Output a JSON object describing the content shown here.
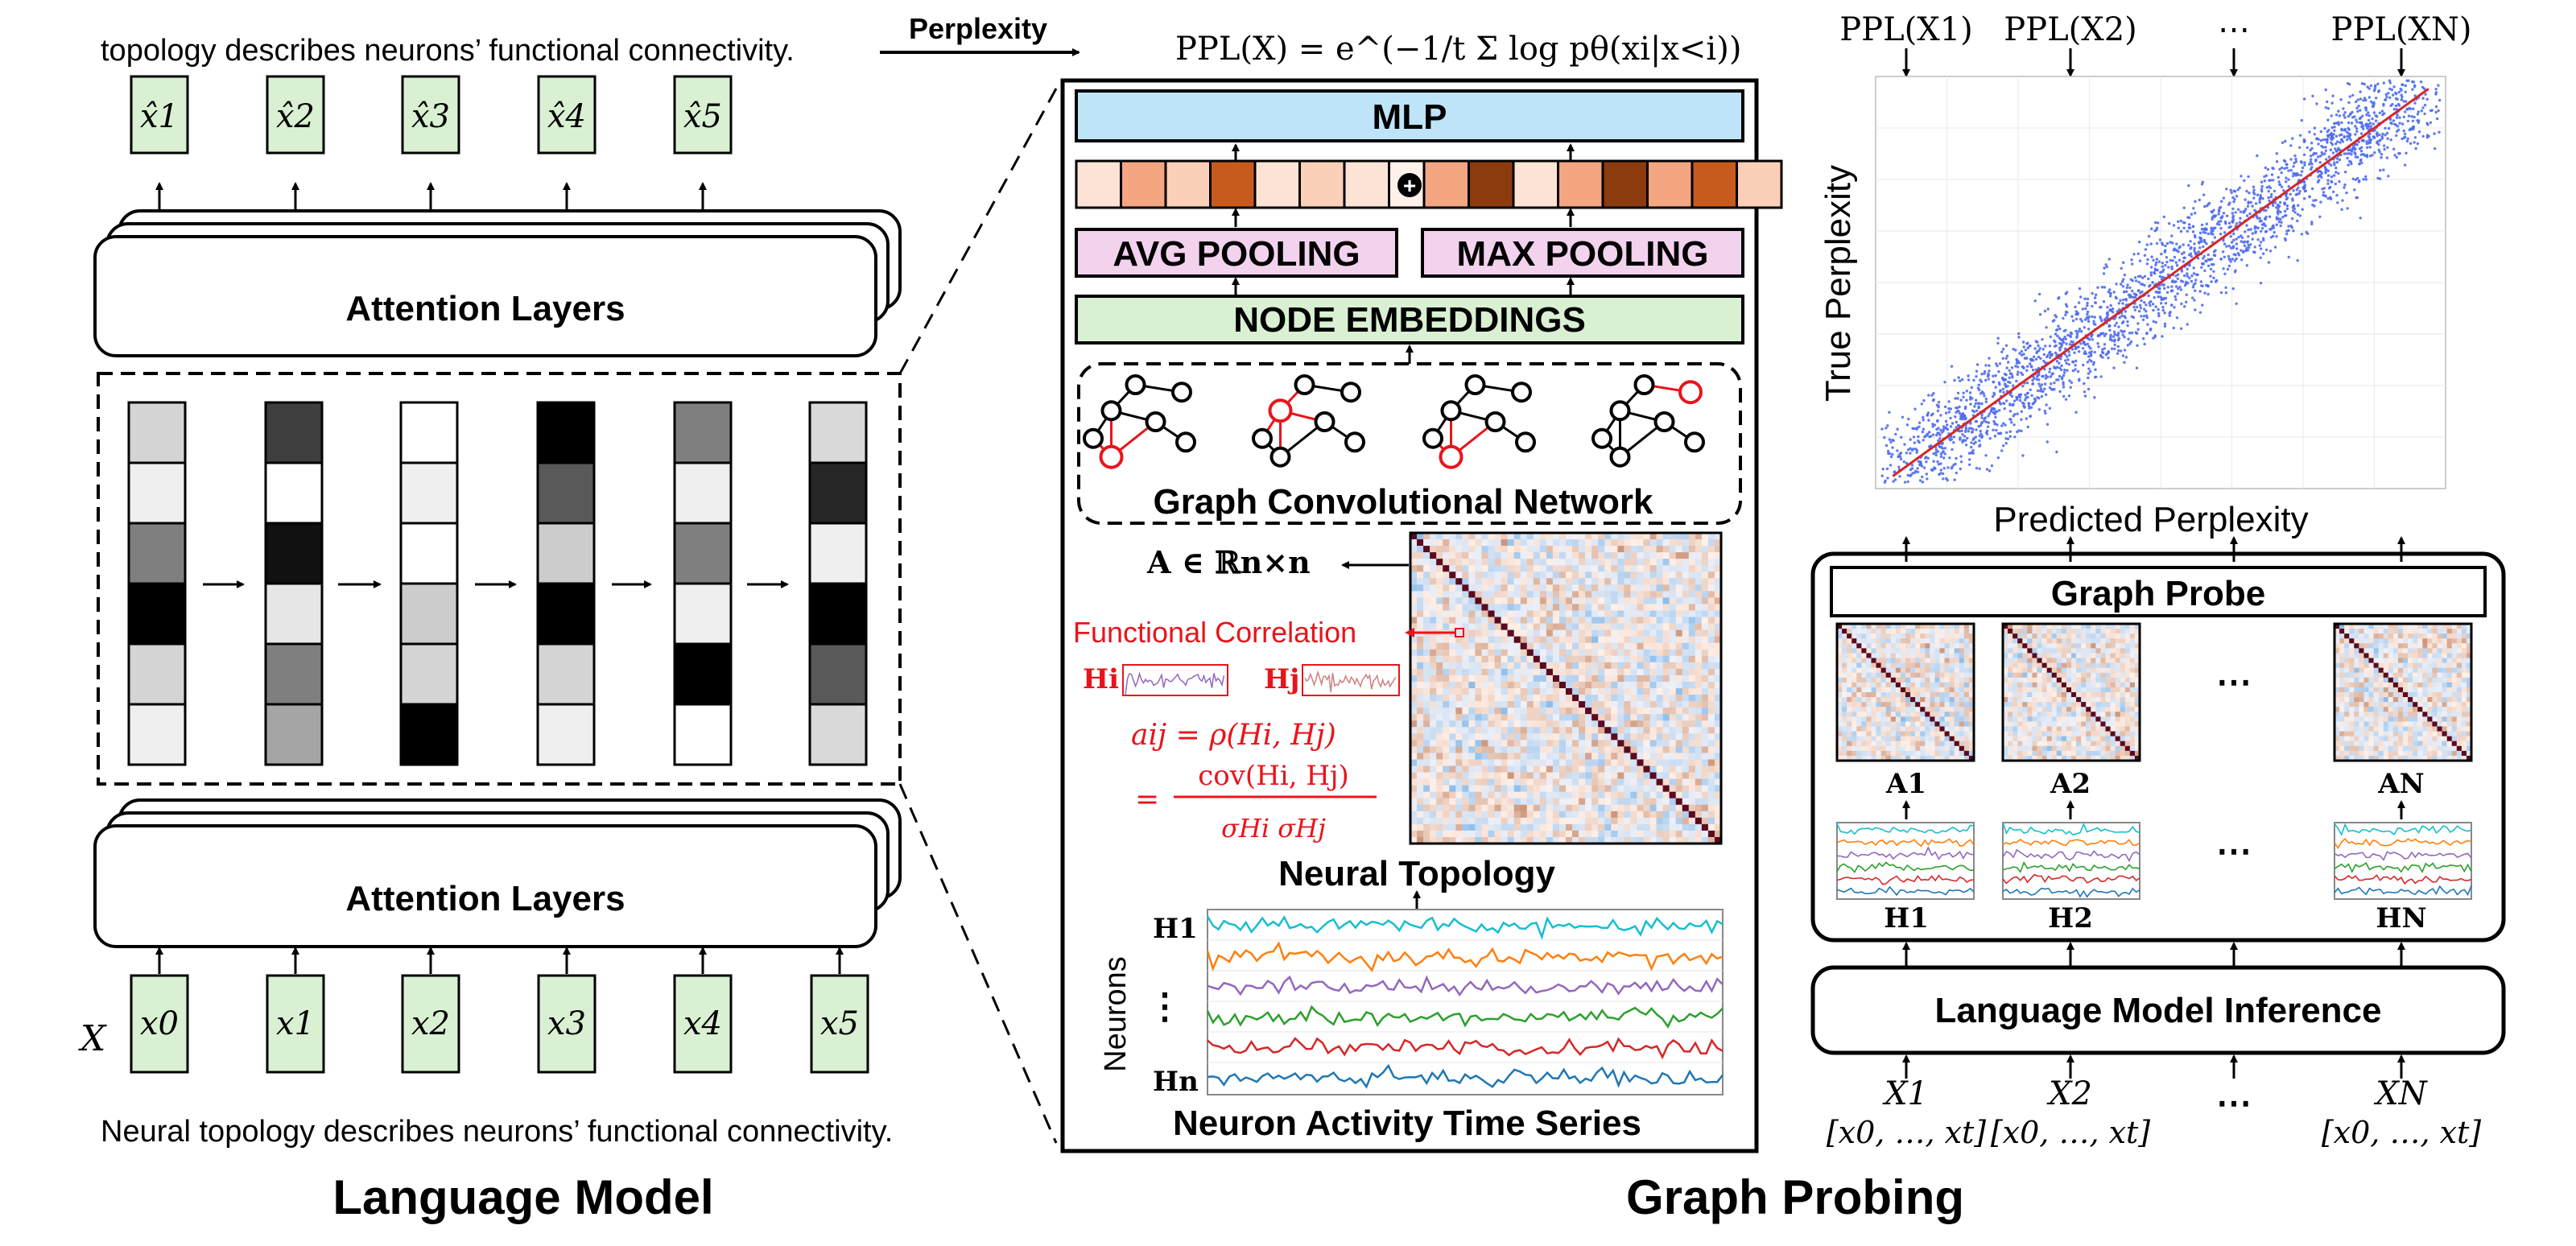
{
  "captions": {
    "language_model": "Language Model",
    "graph_probing": "Graph Probing"
  },
  "language_model": {
    "top_sentence": "topology describes neurons’ functional connectivity.",
    "bottom_sentence": "Neural topology describes neurons’ functional connectivity.",
    "attention_top": "Attention Layers",
    "attention_bottom": "Attention Layers",
    "input_label": "X",
    "inputs": [
      "x0",
      "x1",
      "x2",
      "x3",
      "x4",
      "x5"
    ],
    "outputs": [
      "x̂1",
      "x̂2",
      "x̂3",
      "x̂4",
      "x̂5"
    ],
    "activation_grays": [
      [
        "#d4d4d4",
        "#efefef",
        "#7f7f7f",
        "#000000",
        "#d4d4d4",
        "#efefef"
      ],
      [
        "#3f3f3f",
        "#ffffff",
        "#111111",
        "#e6e6e6",
        "#7f7f7f",
        "#a5a5a5"
      ],
      [
        "#ffffff",
        "#efefef",
        "#ffffff",
        "#cccccc",
        "#d4d4d4",
        "#000000"
      ],
      [
        "#000000",
        "#595959",
        "#cccccc",
        "#000000",
        "#d4d4d4",
        "#efefef"
      ],
      [
        "#7f7f7f",
        "#efefef",
        "#7f7f7f",
        "#efefef",
        "#000000",
        "#ffffff"
      ],
      [
        "#d9d9d9",
        "#262626",
        "#efefef",
        "#000000",
        "#595959",
        "#d9d9d9"
      ]
    ]
  },
  "perplexity_arrow_label": "Perplexity",
  "ppl_formula": "PPL(X) = e^(−1/t Σ log pθ(xi|x<i))",
  "graph_probing": {
    "mlp": "MLP",
    "avg_pooling": "AVG POOLING",
    "max_pooling": "MAX POOLING",
    "node_embeddings": "NODE EMBEDDINGS",
    "gcn_label": "Graph Convolutional Network",
    "adjacency_label": "A ∈ ℝn×n",
    "functional_correlation": "Functional Correlation",
    "hi": "Hi",
    "hj": "Hj",
    "aij_eq": "aij = ρ(Hi, Hj)",
    "aij_frac_num": "cov(Hi, Hj)",
    "aij_frac_den": "σHi σHj",
    "neural_topology": "Neural Topology",
    "neurons_label": "Neurons",
    "h1": "H1",
    "hn": "Hn",
    "time_series_label": "Neuron Activity Time Series",
    "embedding_colors_avg": [
      "#fde3d6",
      "#f4a582",
      "#fbd0b9",
      "#c65b1d",
      "#fde3d6",
      "#fbd0b9",
      "#fde3d6",
      "#fff1ea"
    ],
    "embedding_colors_max": [
      "#f4a582",
      "#8c3b0f",
      "#fde3d6",
      "#f4a582",
      "#8c3b0f",
      "#f4a582",
      "#c65b1d",
      "#fbd0b9"
    ],
    "series_colors": [
      "#17becf",
      "#ff7f0e",
      "#9467bd",
      "#2ca02c",
      "#d62728",
      "#1f77b4"
    ]
  },
  "right_panel": {
    "ppl_heads": [
      "PPL(X1)",
      "PPL(X2)",
      "⋯",
      "PPL(XN)"
    ],
    "graph_probe": "Graph Probe",
    "lm_inference": "Language Model Inference",
    "a_labels": [
      "A1",
      "A2",
      "AN"
    ],
    "h_labels": [
      "H1",
      "H2",
      "HN"
    ],
    "x_labels": [
      "X1",
      "X2",
      "XN"
    ],
    "seq_label": "[x0, …, xt]",
    "dots": "⋯"
  },
  "chart_data": {
    "type": "scatter",
    "title": "",
    "xlabel": "Predicted Perplexity",
    "ylabel": "True Perplexity",
    "xlim": [
      0,
      1
    ],
    "ylim": [
      0,
      1
    ],
    "tick_labels": "none",
    "grid": true,
    "point_color": "#4f6bed",
    "fit_line_color": "#d62728",
    "fit_line": {
      "x": [
        0.03,
        0.97
      ],
      "y": [
        0.03,
        0.97
      ]
    },
    "approx_points": 2500,
    "noise_sd": 0.07
  }
}
